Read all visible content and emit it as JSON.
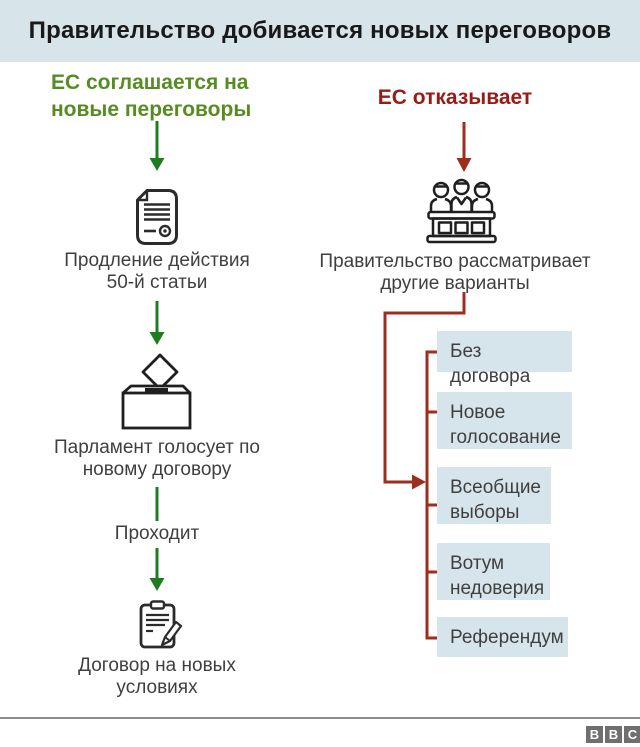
{
  "title": "Правительство добивается новых переговоров",
  "left_branch": {
    "heading": "ЕС соглашается на\nновые переговоры",
    "step1_label": "Продление действия\n50-й статьи",
    "step2_label": "Парламент голосует по\nновому договору",
    "edge_label": "Проходит",
    "step3_label": "Договор на новых\nусловиях",
    "icons": [
      "document-icon",
      "ballot-box-icon",
      "contract-icon"
    ]
  },
  "right_branch": {
    "heading": "ЕС отказывает",
    "subtitle": "Правительство рассматривает\nдругие варианты",
    "icon": "parliament-icon",
    "options": [
      "Без договора",
      "Новое\nголосование",
      "Всеобщие\nвыборы",
      "Вотум\nнедоверия",
      "Референдум"
    ]
  },
  "footer": {
    "logo_letters": [
      "B",
      "B",
      "C"
    ]
  },
  "colors": {
    "header_bg": "#d7e4e9",
    "option_box_bg": "#d6e5eb",
    "green_arrow": "#1e7d1f",
    "green_heading": "#568c21",
    "red_line": "#9e2d1e",
    "red_heading": "#9c1a16",
    "body_text": "#3f3f3f",
    "logo_gray": "#6f6f6f"
  }
}
